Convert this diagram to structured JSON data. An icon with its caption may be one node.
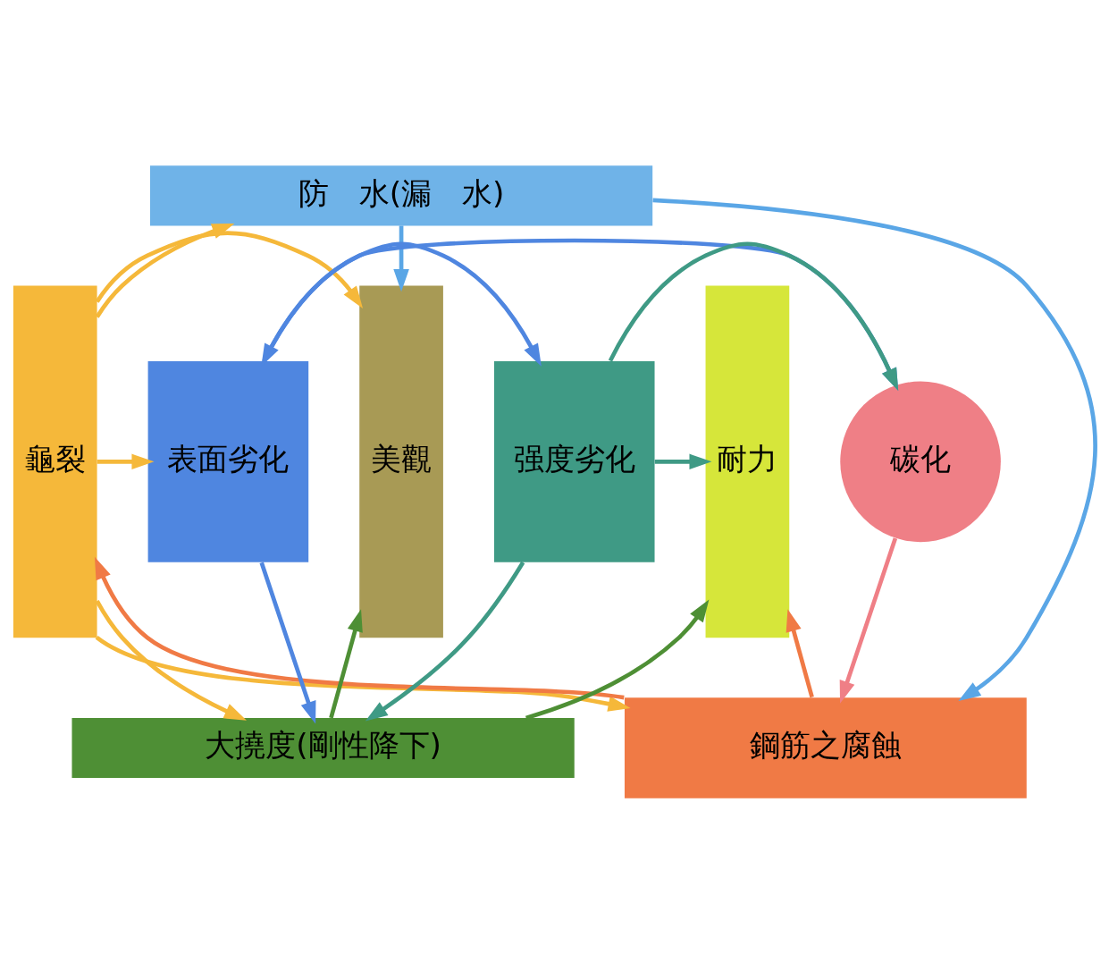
{
  "diagram": {
    "nodes": [
      {
        "text": [
          "防　水(漏　水)"
        ]
      },
      {
        "text": [
          "美觀"
        ]
      },
      {
        "text": [
          "龜裂"
        ]
      },
      {
        "text": [
          "鋼筋之腐蝕"
        ]
      },
      {
        "text": [
          "碳化"
        ]
      },
      {
        "text": [
          "表面劣化"
        ]
      },
      {
        "text": [
          "强度劣化"
        ]
      },
      {
        "text": [
          "耐力"
        ]
      },
      {
        "text": [
          "大撓度(剛性降下)"
        ]
      }
    ],
    "edges": [
      {
        "from": 0,
        "to": 1,
        "arrow": "to",
        "color": "#5aa6e6"
      },
      {
        "from": 0,
        "to": 3,
        "arrow": "to",
        "color": "#5aa6e6"
      },
      {
        "from": 2,
        "to": 0,
        "arrow": "to",
        "color": "#f5b83a"
      },
      {
        "from": 2,
        "to": 3,
        "arrow": "to",
        "color": "#f5b83a"
      },
      {
        "from": 3,
        "to": 2,
        "arrow": "to",
        "color": "#f07a45"
      },
      {
        "from": 2,
        "to": 1,
        "arrow": "to",
        "color": "#f5b83a"
      },
      {
        "from": 2,
        "to": 5,
        "arrow": "to",
        "color": "#f5b83a"
      },
      {
        "from": 2,
        "to": 8,
        "arrow": "to",
        "color": "#f5b83a"
      },
      {
        "from": 4,
        "to": 3,
        "arrow": "to",
        "color": "#ef7f86"
      },
      {
        "from": 5,
        "to": 4,
        "arrow": "to",
        "color": "#4f86e0"
      },
      {
        "from": 6,
        "to": 4,
        "arrow": "to",
        "color": "#3f9a85"
      },
      {
        "from": 5,
        "to": 6,
        "arrow": "both",
        "color": "#4f86e0"
      },
      {
        "from": 3,
        "to": 7,
        "arrow": "to",
        "color": "#f07a45"
      },
      {
        "from": 6,
        "to": 7,
        "arrow": "to",
        "color": "#3f9a85"
      },
      {
        "from": 5,
        "to": 8,
        "arrow": "to",
        "color": "#4f86e0"
      },
      {
        "from": 6,
        "to": 8,
        "arrow": "to",
        "color": "#3f9a85"
      },
      {
        "from": 8,
        "to": 1,
        "arrow": "to",
        "color": "#4e8f35"
      },
      {
        "from": 8,
        "to": 7,
        "arrow": "to",
        "color": "#4e8f35"
      }
    ]
  }
}
